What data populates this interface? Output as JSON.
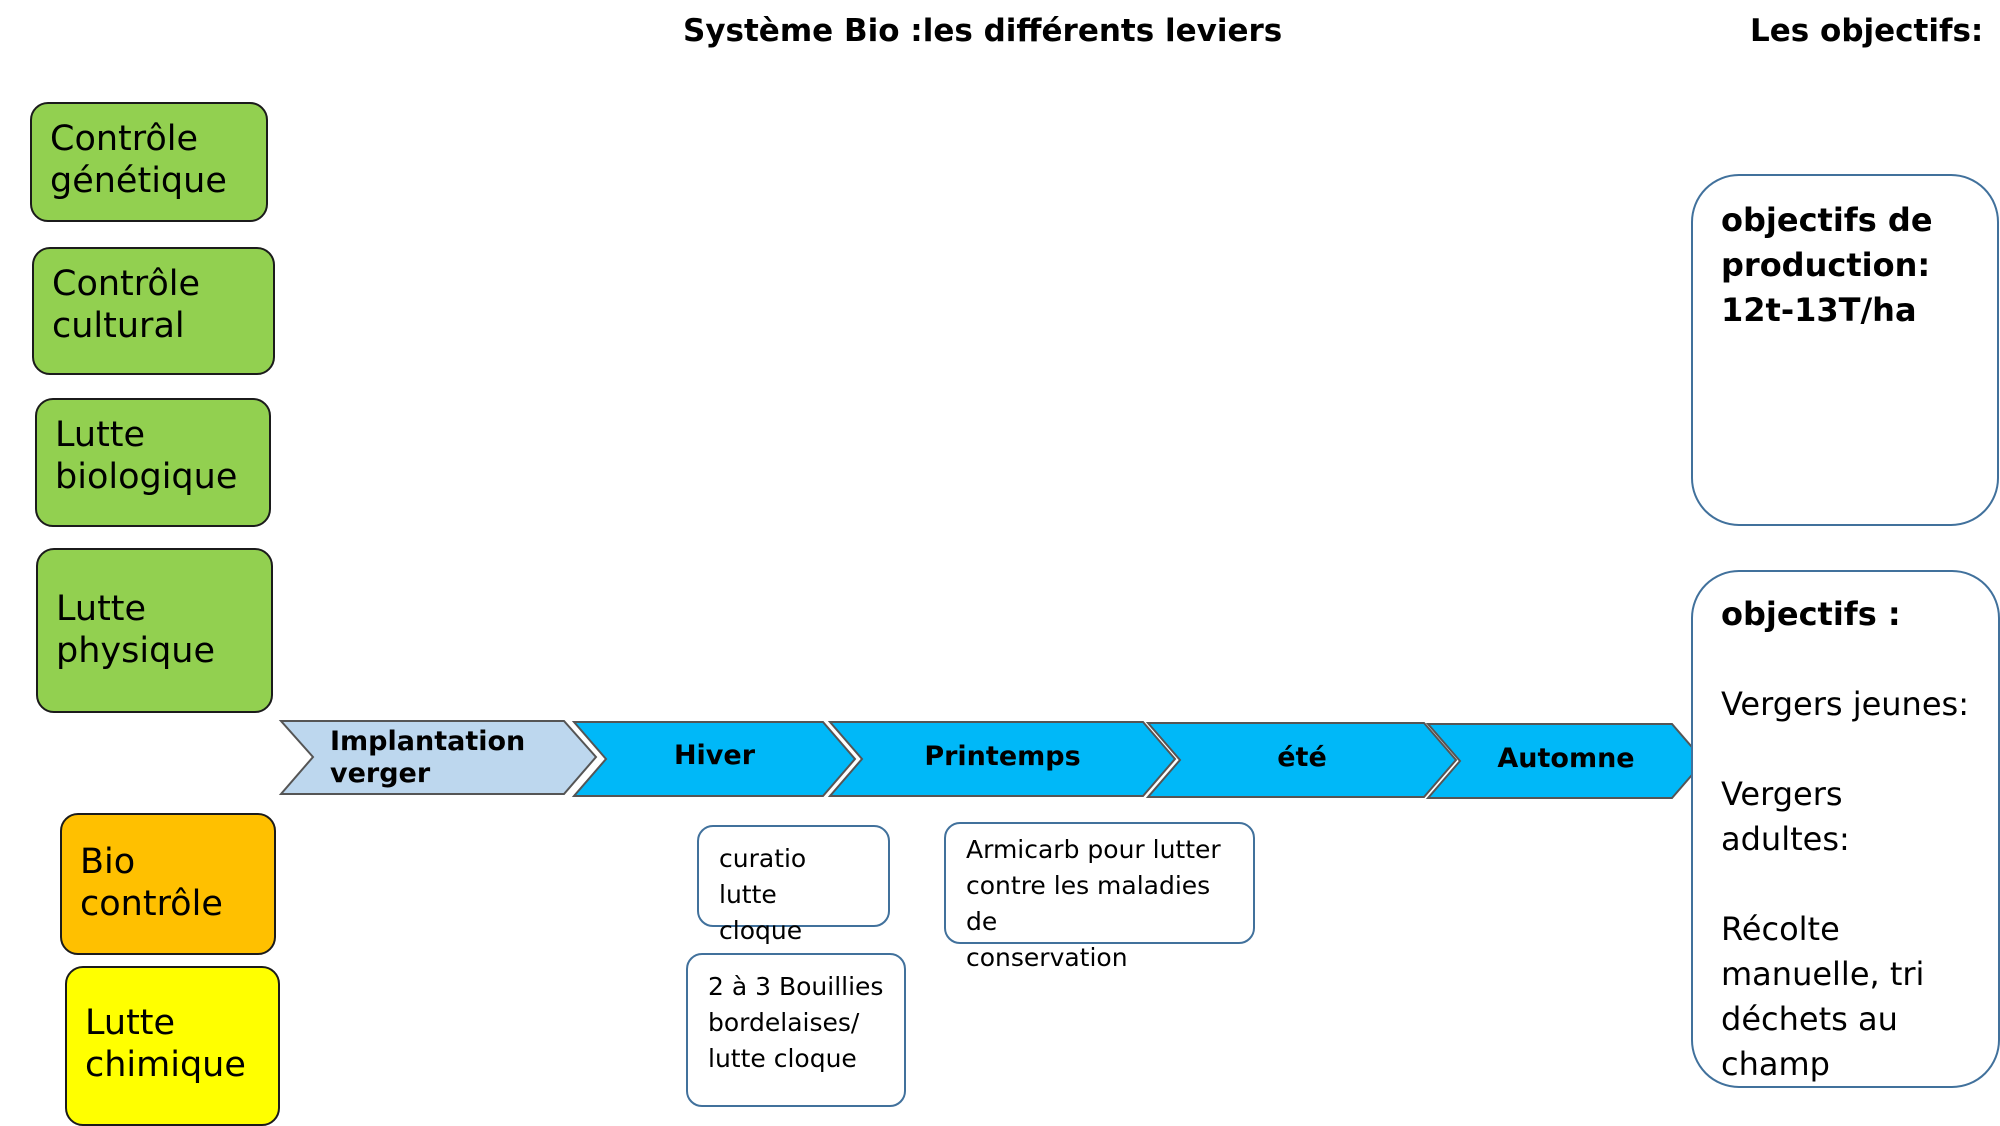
{
  "header": {
    "title": "Système Bio :les différents leviers",
    "objectives_title": "Les objectifs:"
  },
  "levers": [
    {
      "line1": "Contrôle",
      "line2": "génétique"
    },
    {
      "line1": "Contrôle",
      "line2": "cultural"
    },
    {
      "line1": "Lutte",
      "line2": "biologique"
    },
    {
      "line1": "Lutte",
      "line2": "physique"
    },
    {
      "line1": "Bio",
      "line2": "contrôle"
    },
    {
      "line1": "Lutte",
      "line2": "chimique"
    }
  ],
  "colors": {
    "green": "#92d050",
    "orange": "#ffc000",
    "yellow": "#ffff00",
    "timeline_first": "#bdd7ee",
    "timeline": "#00b8f8",
    "box_border": "#41719c"
  },
  "timeline": [
    {
      "line1": "Implantation",
      "line2": "verger"
    },
    {
      "label": "Hiver"
    },
    {
      "label": "Printemps"
    },
    {
      "label": "été"
    },
    {
      "label": "Automne"
    }
  ],
  "notes": {
    "hiver_1": {
      "line1": "curatio lutte",
      "line2": "cloque"
    },
    "hiver_2": {
      "line1": "2 à 3 Bouillies",
      "line2": "bordelaises/",
      "line3": "lutte cloque"
    },
    "printemps_1": {
      "line1": "Armicarb pour lutter",
      "line2": "contre les maladies de",
      "line3": "conservation"
    }
  },
  "objectives": {
    "production": {
      "line1": "objectifs de",
      "line2": "production:",
      "line3": "12t-13T/ha"
    },
    "general": {
      "heading": "objectifs :",
      "young": "Vergers jeunes:",
      "adult": "Vergers adultes:",
      "harvest1": "Récolte",
      "harvest2": "manuelle, tri",
      "harvest3": "déchets au",
      "harvest4": "champ"
    }
  }
}
